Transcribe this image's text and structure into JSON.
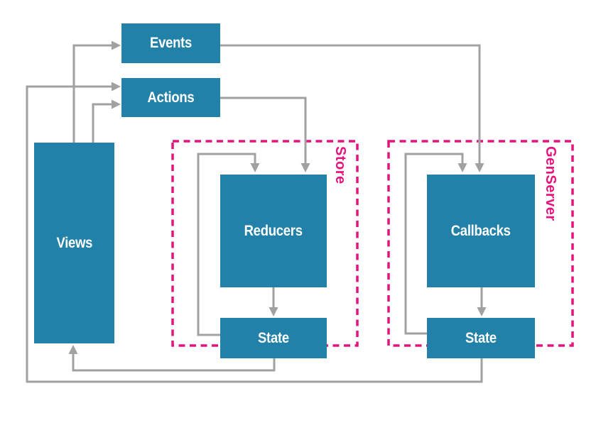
{
  "diagram": {
    "type": "flow-diagram",
    "nodes": [
      {
        "id": "events",
        "label": "Events"
      },
      {
        "id": "actions",
        "label": "Actions"
      },
      {
        "id": "views",
        "label": "Views"
      },
      {
        "id": "reducers",
        "label": "Reducers"
      },
      {
        "id": "store_state",
        "label": "State"
      },
      {
        "id": "callbacks",
        "label": "Callbacks"
      },
      {
        "id": "genserver_state",
        "label": "State"
      }
    ],
    "groups": [
      {
        "id": "store",
        "label": "Store"
      },
      {
        "id": "genserver",
        "label": "GenServer"
      }
    ],
    "edges": [
      {
        "from": "views",
        "to": "events"
      },
      {
        "from": "views",
        "to": "actions"
      },
      {
        "from": "events",
        "to": "callbacks"
      },
      {
        "from": "actions",
        "to": "reducers"
      },
      {
        "from": "reducers",
        "to": "store_state"
      },
      {
        "from": "store_state",
        "to": "reducers",
        "note": "internal loop"
      },
      {
        "from": "store_state",
        "to": "views",
        "note": "feedback"
      },
      {
        "from": "callbacks",
        "to": "genserver_state"
      },
      {
        "from": "genserver_state",
        "to": "callbacks",
        "note": "internal loop"
      },
      {
        "from": "genserver_state",
        "to": "actions",
        "note": "feedback"
      }
    ],
    "colors": {
      "node_fill": "#2181a8",
      "node_text": "#ffffff",
      "group_accent": "#e6137e",
      "connector": "#a1a1a1",
      "background": "#ffffff"
    }
  }
}
